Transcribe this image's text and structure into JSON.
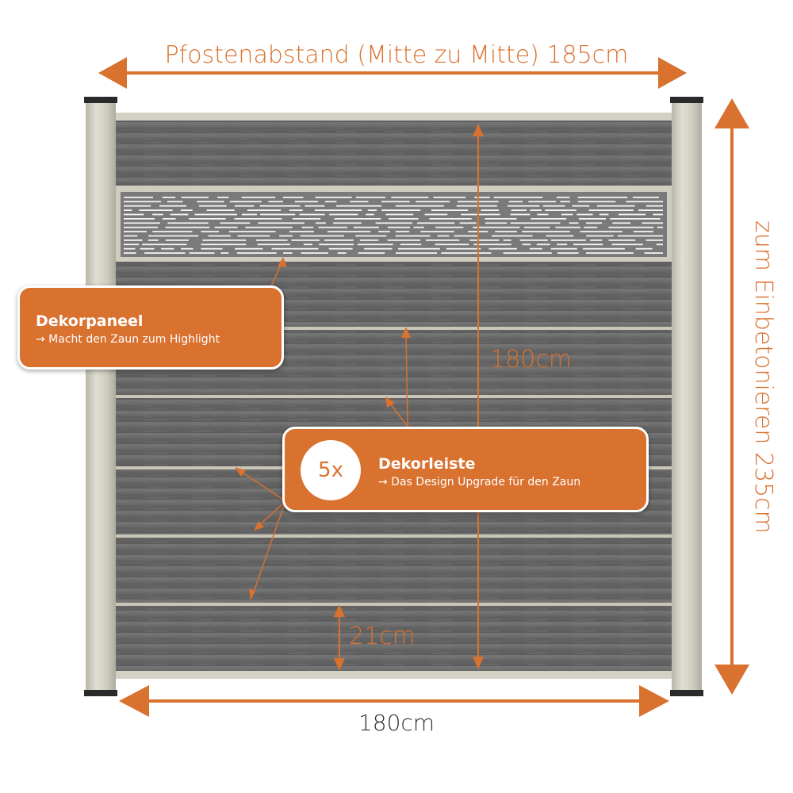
{
  "dimensions": {
    "post_spacing": "Pfostenabstand (Mitte zu Mitte) 185cm",
    "width": "180cm",
    "height": "180cm",
    "plank_height": "21cm",
    "post_length": "zum Einbetonieren 235cm"
  },
  "callouts": {
    "decor_panel": {
      "title": "Dekorpaneel",
      "subtitle": "→ Macht den Zaun zum Highlight"
    },
    "decor_strip": {
      "count": "5x",
      "title": "Dekorleiste",
      "subtitle": "→ Das Design Upgrade für den Zaun"
    }
  },
  "colors": {
    "accent": "#d9712f",
    "post": "#cfcdc0",
    "plank": "#6b6b6b",
    "strip": "#c9c6b8",
    "dark_text": "#333333"
  },
  "icons": [
    "double-arrow-horizontal-icon",
    "double-arrow-vertical-icon"
  ]
}
